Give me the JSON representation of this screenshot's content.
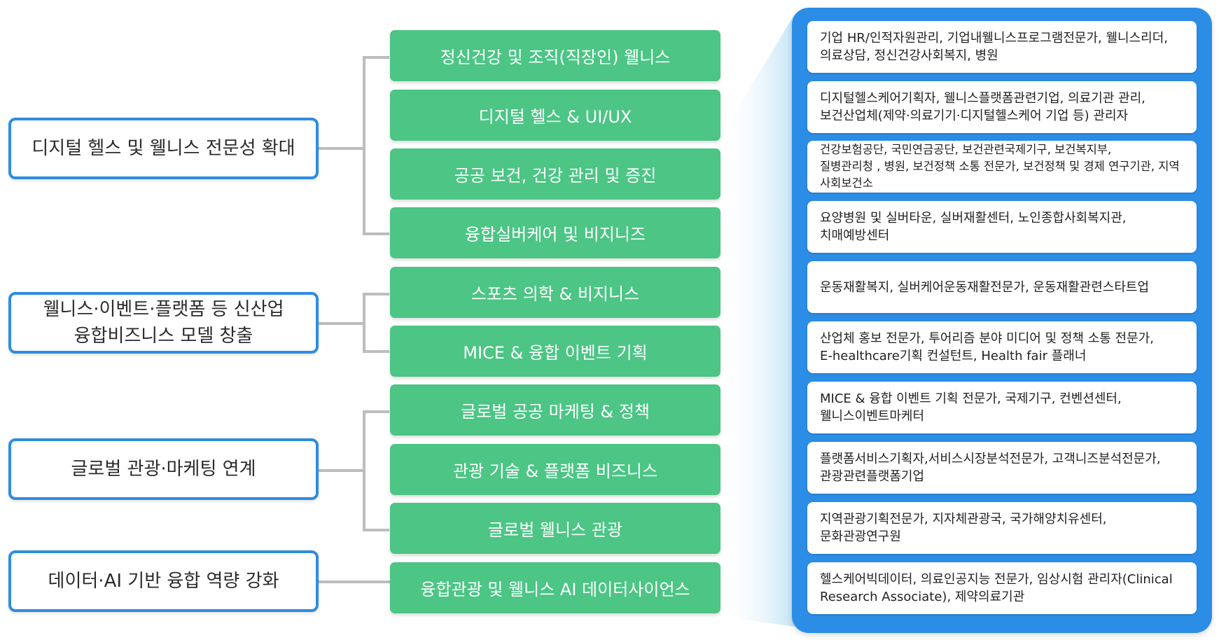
{
  "categories": [
    {
      "label": "디지털 헬스 및 웰니스 전문성 확대"
    },
    {
      "label": "웰니스·이벤트·플랫폼 등 신산업\n융합비즈니스 모델 창출"
    },
    {
      "label": "글로벌 관광·마케팅 연계"
    },
    {
      "label": "데이터·AI 기반 융합 역량 강화"
    }
  ],
  "tracks": [
    {
      "label": "정신건강 및 조직(직장인) 웰니스"
    },
    {
      "label": "디지털 헬스 & UI/UX"
    },
    {
      "label": "공공 보건, 건강 관리 및 증진"
    },
    {
      "label": "융합실버케어 및 비지니즈"
    },
    {
      "label": "스포츠 의학 & 비지니스"
    },
    {
      "label": "MICE & 융합 이벤트 기획"
    },
    {
      "label": "글로벌 공공 마케팅 & 정책"
    },
    {
      "label": "관광 기술 & 플랫폼 비즈니스"
    },
    {
      "label": "글로벌 웰니스 관광"
    },
    {
      "label": "융합관광 및 웰니스 AI 데이터사이언스"
    }
  ],
  "careers": [
    {
      "text": "기업 HR/인적자원관리, 기업내웰니스프로그램전문가, 웰니스리더,\n의료상담, 정신건강사회복지, 병원"
    },
    {
      "text": "디지털헬스케어기획자, 웰니스플랫폼관련기업, 의료기관 관리,\n보건산업체(제약·의료기기·디지털헬스케어 기업 등) 관리자"
    },
    {
      "text": "건강보험공단, 국민연금공단, 보건관련국제기구, 보건복지부,\n질병관리청 , 병원, 보건정책 소통 전문가, 보건정책 및 경제 연구기관, 지역\n사회보건소"
    },
    {
      "text": "요양병원 및 실버타운, 실버재활센터, 노인종합사회복지관,\n치매예방센터"
    },
    {
      "text": "운동재활복지, 실버케어운동재활전문가, 운동재활관련스타트업"
    },
    {
      "text": "산업체 홍보 전문가, 투어리즘 분야 미디어 및 정책 소통 전문가,\nE-healthcare기획 컨설턴트, Health fair 플래너"
    },
    {
      "text": "MICE & 융합 이벤트 기획 전문가, 국제기구, 컨벤션센터,\n웰니스이벤트마케터"
    },
    {
      "text": "플랫폼서비스기획자,서비스시장분석전문가, 고객니즈분석전문가,\n관광관련플랫폼기업"
    },
    {
      "text": "지역관광기획전문가, 지자체관광국, 국가해양치유센터,\n문화관광연구원"
    },
    {
      "text": "헬스케어빅데이터, 의료인공지능 전문가, 임상시험 관리자(Clinical\nResearch Associate), 제약의료기관"
    }
  ],
  "colors": {
    "category_border": "#2e8de0",
    "track_fill": "#4cc585",
    "panel_fill": "#2c8de6",
    "connector": "#bdbdbd",
    "fan_gradient": "#bfe2f6"
  }
}
